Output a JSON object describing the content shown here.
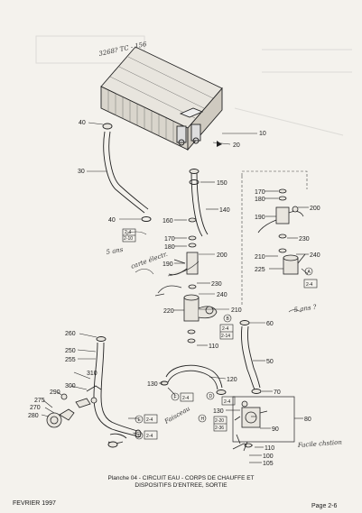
{
  "part_labels": {
    "p10": "10",
    "p20": "20",
    "p30": "30",
    "p40a": "40",
    "p40b": "40",
    "p60": "60",
    "p50": "50",
    "p70": "70",
    "p80": "80",
    "p90": "90",
    "p100": "100",
    "p105": "105",
    "p110a": "110",
    "p110b": "110",
    "p120": "120",
    "p130a": "130",
    "p130b": "130",
    "p140": "140",
    "p150": "150",
    "p160": "160",
    "p170a": "170",
    "p170b": "170",
    "p180a": "180",
    "p180b": "180",
    "p190a": "190",
    "p190b": "190",
    "p200a": "200",
    "p200b": "200",
    "p210a": "210",
    "p210b": "210",
    "p220": "220",
    "p225": "225",
    "p230a": "230",
    "p230b": "230",
    "p240a": "240",
    "p240b": "240",
    "p250": "250",
    "p255": "255",
    "p260": "260",
    "p270": "270",
    "p275": "275",
    "p280": "280",
    "p290": "290",
    "p300": "300",
    "p310": "310"
  },
  "refs": {
    "r1": "2-4",
    "r1b": "2-10",
    "r2": "2-4",
    "r3": "2-4",
    "r4": "2-4",
    "r4b": "2-14",
    "r5": "2-4",
    "r6": "2-4",
    "r7": "2-4",
    "r8": "2-20",
    "r8b": "2-36"
  },
  "letters": {
    "a": "A",
    "b": "B",
    "c": "C",
    "d": "D",
    "e": "E",
    "f": "F",
    "h": "H"
  },
  "handwriting": {
    "top": "3268? TC - 156",
    "mid1": "5 ans",
    "mid2": "carte électr.",
    "mid3": "5 ans ?",
    "bot1": "Faisceau",
    "bot2": "Facile chstion"
  },
  "caption": {
    "line1": "Planche 04 - CIRCUIT EAU - CORPS DE CHAUFFE ET",
    "line2": "DISPOSITIFS D'ENTREE, SORTIE"
  },
  "footer": {
    "date": "FEVRIER 1997",
    "page": "Page 2-6"
  }
}
